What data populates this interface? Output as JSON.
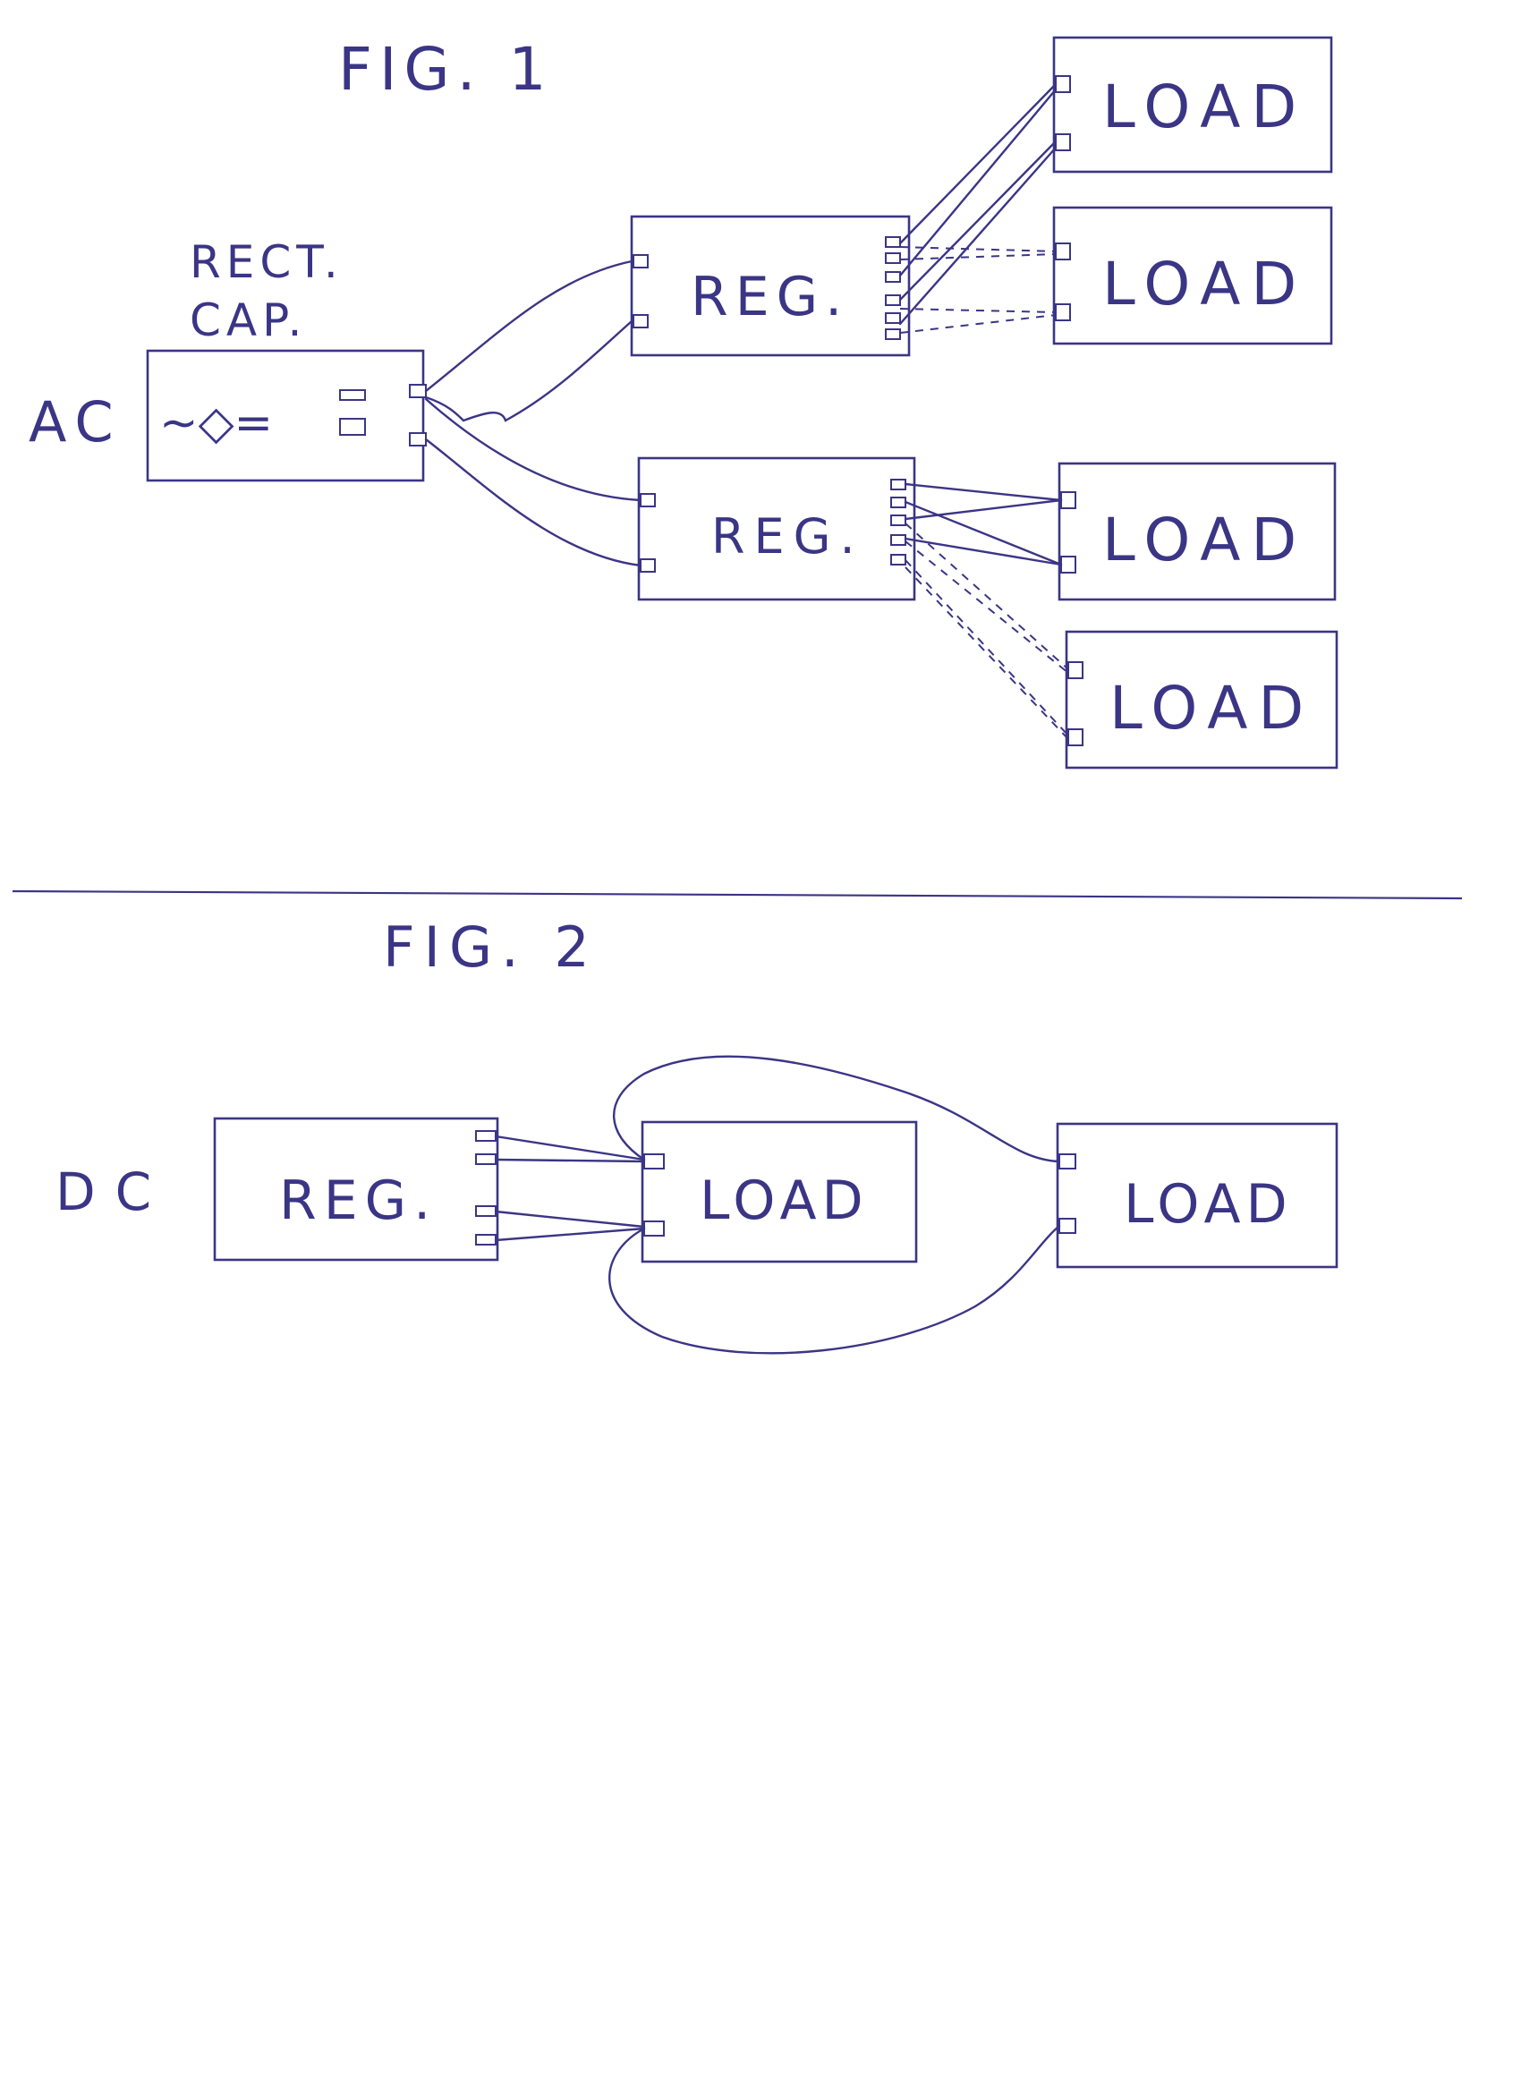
{
  "figure1": {
    "title": "FIG. 1",
    "source_label": "AC",
    "rectifier_label_line1": "RECT.",
    "rectifier_label_line2": "CAP.",
    "rectifier_symbols": "~◇=",
    "regulator_top": "REG.",
    "regulator_bottom": "REG.",
    "loads": [
      "LOAD",
      "LOAD",
      "LOAD",
      "LOAD"
    ]
  },
  "figure2": {
    "title": "FIG. 2",
    "source_label": "DC",
    "regulator": "REG.",
    "loads": [
      "LOAD",
      "LOAD"
    ]
  },
  "colors": {
    "ink": "#3b3585",
    "paper": "#ffffff"
  }
}
